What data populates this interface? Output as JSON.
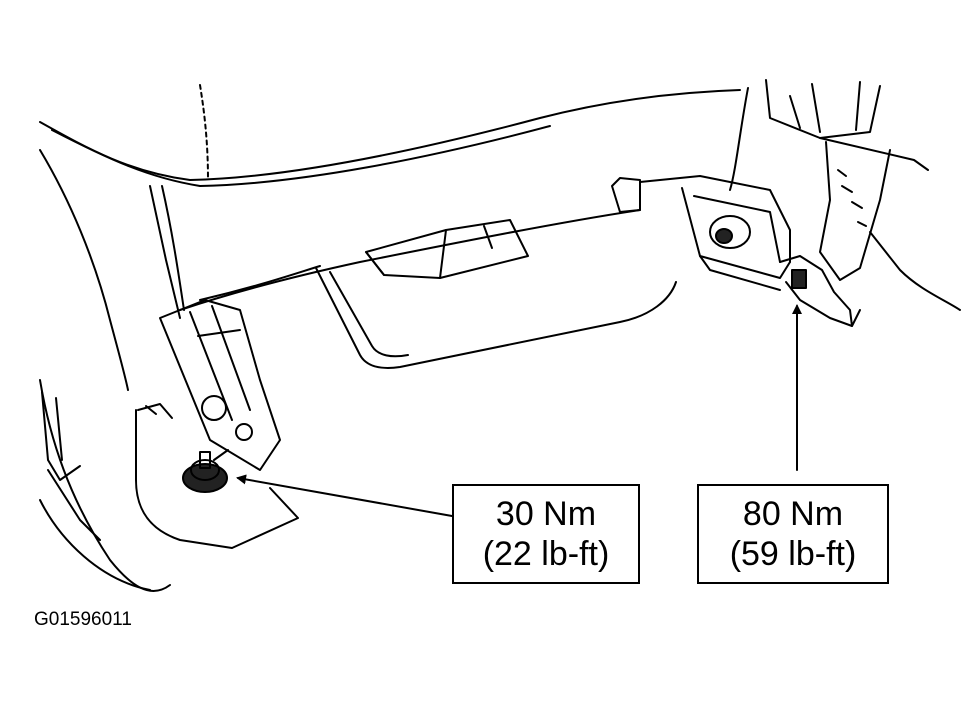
{
  "callouts": {
    "left": {
      "torque_nm": "30 Nm",
      "torque_lbft": "(22 lb-ft)"
    },
    "right": {
      "torque_nm": "80 Nm",
      "torque_lbft": "(59 lb-ft)"
    }
  },
  "figure_id": "G01596011",
  "colors": {
    "line": "#000000",
    "background": "#ffffff"
  }
}
